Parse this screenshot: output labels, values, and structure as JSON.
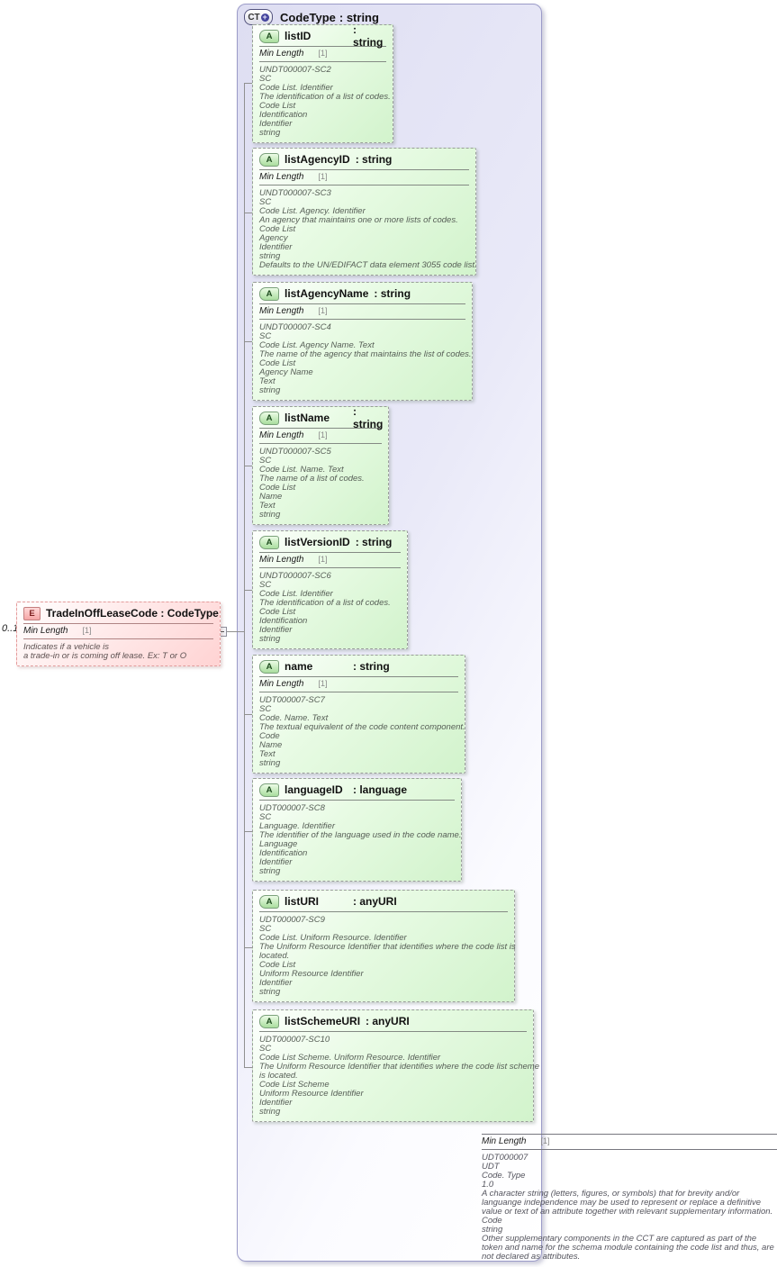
{
  "colors": {
    "complex_fill": "#e3e3f5",
    "complex_border": "#9b9bc8",
    "attribute_fill": "#d9f6d6",
    "attribute_border": "#999d99",
    "attribute_icon_fill": "#a9dd9e",
    "element_fill": "#ffd9d9",
    "element_border": "#e39c9c",
    "connector": "#909090"
  },
  "attribute_icon": "A",
  "complex_type": {
    "icon": "CT",
    "plus_icon": "+",
    "title": "CodeType",
    "type_display": ": string",
    "facet": {
      "name": "Min Length",
      "value": "[1]"
    },
    "doc_lines": [
      "UDT000007",
      "UDT",
      "Code. Type",
      "1.0",
      "A character string (letters, figures, or symbols) that for brevity and/or languange independence may be used to represent or replace a definitive value or text of an attribute together with relevant supplementary information.",
      "Code",
      "string",
      "Other supplementary components in the CCT are captured as part of the token and name for the schema module containing the code list and thus, are not declared as attributes."
    ]
  },
  "element": {
    "icon": "E",
    "cardinality": "0..1",
    "title": "TradeInOffLeaseCode",
    "type_display": ": CodeType",
    "facet": {
      "name": "Min Length",
      "value": "[1]"
    },
    "doc_lines": [
      "Indicates if a vehicle is",
      "a trade-in or is coming off lease. Ex: T or O"
    ]
  },
  "attributes": [
    {
      "name": "listID",
      "type_display": ": string",
      "facet": {
        "name": "Min Length",
        "value": "[1]"
      },
      "doc_lines": [
        "UNDT000007-SC2",
        "SC",
        "Code List. Identifier",
        "The identification of a list of codes.",
        "Code List",
        "Identification",
        "Identifier",
        "string"
      ]
    },
    {
      "name": "listAgencyID",
      "type_display": ": string",
      "facet": {
        "name": "Min Length",
        "value": "[1]"
      },
      "doc_lines": [
        "UNDT000007-SC3",
        "SC",
        "Code List. Agency. Identifier",
        "An agency that maintains one or more lists of codes.",
        "Code List",
        "Agency",
        "Identifier",
        "string",
        "Defaults to the UN/EDIFACT data element 3055 code list."
      ]
    },
    {
      "name": "listAgencyName",
      "type_display": ": string",
      "facet": {
        "name": "Min Length",
        "value": "[1]"
      },
      "doc_lines": [
        "UNDT000007-SC4",
        "SC",
        "Code List. Agency Name. Text",
        "The name of the agency that maintains the list of codes.",
        "Code List",
        "Agency Name",
        "Text",
        "string"
      ]
    },
    {
      "name": "listName",
      "type_display": ": string",
      "facet": {
        "name": "Min Length",
        "value": "[1]"
      },
      "doc_lines": [
        "UNDT000007-SC5",
        "SC",
        "Code List. Name. Text",
        "The name of a list of codes.",
        "Code List",
        "Name",
        "Text",
        "string"
      ]
    },
    {
      "name": "listVersionID",
      "type_display": ": string",
      "facet": {
        "name": "Min Length",
        "value": "[1]"
      },
      "doc_lines": [
        "UNDT000007-SC6",
        "SC",
        "Code List. Identifier",
        "The identification of a list of codes.",
        "Code List",
        "Identification",
        "Identifier",
        "string"
      ]
    },
    {
      "name": "name",
      "type_display": ": string",
      "facet": {
        "name": "Min Length",
        "value": "[1]"
      },
      "doc_lines": [
        "UDT000007-SC7",
        "SC",
        "Code. Name. Text",
        "The textual equivalent of the code content component.",
        "Code",
        "Name",
        "Text",
        "string"
      ]
    },
    {
      "name": "languageID",
      "type_display": ": language",
      "facet": null,
      "doc_lines": [
        "UDT000007-SC8",
        "SC",
        "Language. Identifier",
        "The identifier of the language used in the code name.",
        "Language",
        "Identification",
        "Identifier",
        "string"
      ]
    },
    {
      "name": "listURI",
      "type_display": ": anyURI",
      "facet": null,
      "doc_lines": [
        "UDT000007-SC9",
        "SC",
        "Code List. Uniform Resource. Identifier",
        "The Uniform Resource Identifier that identifies where the code list is",
        "located.",
        "Code List",
        "Uniform Resource Identifier",
        "Identifier",
        "string"
      ]
    },
    {
      "name": "listSchemeURI",
      "type_display": ": anyURI",
      "facet": null,
      "doc_lines": [
        "UDT000007-SC10",
        "SC",
        "Code List Scheme. Uniform Resource. Identifier",
        "The Uniform Resource Identifier that identifies where the code list scheme",
        "is located.",
        "Code List Scheme",
        "Uniform Resource Identifier",
        "Identifier",
        "string"
      ]
    }
  ]
}
